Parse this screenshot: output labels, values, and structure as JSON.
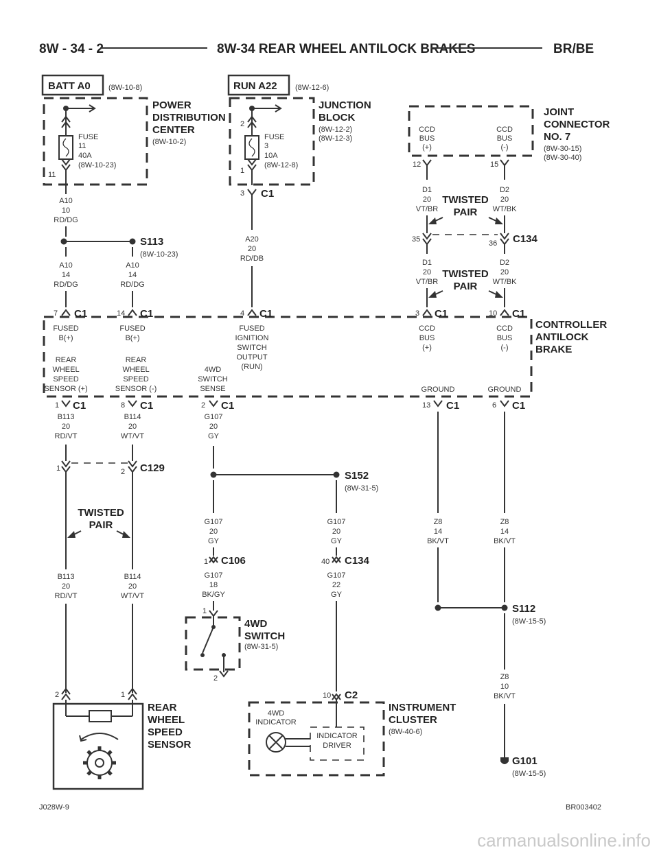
{
  "header": {
    "page_number": "8W - 34 - 2",
    "title": "8W-34 REAR WHEEL ANTILOCK BRAKES",
    "model": "BR/BE"
  },
  "sources": {
    "batt": {
      "label": "BATT A0",
      "ref": "(8W-10-8)"
    },
    "run": {
      "label": "RUN A22",
      "ref": "(8W-12-6)"
    }
  },
  "components": {
    "pdc": {
      "line1": "POWER",
      "line2": "DISTRIBUTION",
      "line3": "CENTER",
      "ref": "(8W-10-2)"
    },
    "jb": {
      "line1": "JUNCTION",
      "line2": "BLOCK",
      "ref1": "(8W-12-2)",
      "ref2": "(8W-12-3)"
    },
    "jc7": {
      "line1": "JOINT",
      "line2": "CONNECTOR",
      "line3": "NO. 7",
      "ref1": "(8W-30-15)",
      "ref2": "(8W-30-40)"
    },
    "cab": {
      "line1": "CONTROLLER",
      "line2": "ANTILOCK",
      "line3": "BRAKE"
    },
    "switch4wd": {
      "line1": "4WD",
      "line2": "SWITCH",
      "ref": "(8W-31-5)"
    },
    "rwss": {
      "line1": "REAR",
      "line2": "WHEEL",
      "line3": "SPEED",
      "line4": "SENSOR"
    },
    "ic": {
      "line1": "INSTRUMENT",
      "line2": "CLUSTER",
      "ref": "(8W-40-6)"
    }
  },
  "fuses": {
    "fuse11": {
      "l1": "FUSE",
      "l2": "11",
      "l3": "40A",
      "ref": "(8W-10-23)",
      "pin": "11"
    },
    "fuse3": {
      "l1": "FUSE",
      "l2": "3",
      "l3": "10A",
      "ref": "(8W-12-8)",
      "pin_top": "2",
      "pin_bot": "1"
    }
  },
  "jc7_pins": {
    "ccd_plus": {
      "l1": "CCD",
      "l2": "BUS",
      "l3": "(+)",
      "pin": "12"
    },
    "ccd_minus": {
      "l1": "CCD",
      "l2": "BUS",
      "l3": "(-)",
      "pin": "15"
    }
  },
  "wires": {
    "a10_10": {
      "l1": "A10",
      "l2": "10",
      "l3": "RD/DG"
    },
    "a10_14a": {
      "l1": "A10",
      "l2": "14",
      "l3": "RD/DG"
    },
    "a10_14b": {
      "l1": "A10",
      "l2": "14",
      "l3": "RD/DG"
    },
    "a20": {
      "l1": "A20",
      "l2": "20",
      "l3": "RD/DB"
    },
    "d1_top": {
      "l1": "D1",
      "l2": "20",
      "l3": "VT/BR"
    },
    "d2_top": {
      "l1": "D2",
      "l2": "20",
      "l3": "WT/BK"
    },
    "d1_bot": {
      "l1": "D1",
      "l2": "20",
      "l3": "VT/BR"
    },
    "d2_bot": {
      "l1": "D2",
      "l2": "20",
      "l3": "WT/BK"
    },
    "b113_top": {
      "l1": "B113",
      "l2": "20",
      "l3": "RD/VT"
    },
    "b114_top": {
      "l1": "B114",
      "l2": "20",
      "l3": "WT/VT"
    },
    "g107_top": {
      "l1": "G107",
      "l2": "20",
      "l3": "GY"
    },
    "g107_left": {
      "l1": "G107",
      "l2": "20",
      "l3": "GY"
    },
    "g107_right": {
      "l1": "G107",
      "l2": "20",
      "l3": "GY"
    },
    "g107_18": {
      "l1": "G107",
      "l2": "18",
      "l3": "BK/GY"
    },
    "g107_22": {
      "l1": "G107",
      "l2": "22",
      "l3": "GY"
    },
    "z8_a": {
      "l1": "Z8",
      "l2": "14",
      "l3": "BK/VT"
    },
    "z8_b": {
      "l1": "Z8",
      "l2": "14",
      "l3": "BK/VT"
    },
    "z8_10": {
      "l1": "Z8",
      "l2": "10",
      "l3": "BK/VT"
    },
    "b113_bot": {
      "l1": "B113",
      "l2": "20",
      "l3": "RD/VT"
    },
    "b114_bot": {
      "l1": "B114",
      "l2": "20",
      "l3": "WT/VT"
    }
  },
  "twisted_pair": {
    "l1": "TWISTED",
    "l2": "PAIR"
  },
  "splices": {
    "s113": {
      "name": "S113",
      "ref": "(8W-10-23)"
    },
    "s152": {
      "name": "S152",
      "ref": "(8W-31-5)"
    },
    "s112": {
      "name": "S112",
      "ref": "(8W-15-5)"
    }
  },
  "connectors": {
    "c1": "C1",
    "c134": "C134",
    "c129": "C129",
    "c106": "C106",
    "c2": "C2"
  },
  "ground": {
    "name": "G101",
    "ref": "(8W-15-5)"
  },
  "cab_pins": {
    "p7": {
      "pin": "7",
      "l1": "FUSED",
      "l2": "B(+)"
    },
    "p14": {
      "pin": "14",
      "l1": "FUSED",
      "l2": "B(+)"
    },
    "p4": {
      "pin": "4",
      "l1": "FUSED",
      "l2": "IGNITION",
      "l3": "SWITCH",
      "l4": "OUTPUT",
      "l5": "(RUN)"
    },
    "p3": {
      "pin": "3",
      "l1": "CCD",
      "l2": "BUS",
      "l3": "(+)"
    },
    "p10": {
      "pin": "10",
      "l1": "CCD",
      "l2": "BUS",
      "l3": "(-)"
    },
    "p1": {
      "pin": "1",
      "l1": "REAR",
      "l2": "WHEEL",
      "l3": "SPEED",
      "l4": "SENSOR (+)"
    },
    "p8": {
      "pin": "8",
      "l1": "REAR",
      "l2": "WHEEL",
      "l3": "SPEED",
      "l4": "SENSOR (-)"
    },
    "p2": {
      "pin": "2",
      "l1": "4WD",
      "l2": "SWITCH",
      "l3": "SENSE"
    },
    "p13": {
      "pin": "13",
      "l1": "GROUND"
    },
    "p6": {
      "pin": "6",
      "l1": "GROUND"
    }
  },
  "pin_numbers": {
    "jb_c1": "3",
    "c134_35": "35",
    "c134_36": "36",
    "c129_1": "1",
    "c129_2": "2",
    "c106_1": "1",
    "c134_40": "40",
    "sw_1": "1",
    "sw_2": "2",
    "rwss_2": "2",
    "rwss_1": "1",
    "ic_10": "10"
  },
  "ic_parts": {
    "indicator": "4WD",
    "indicator2": "INDICATOR",
    "driver1": "INDICATOR",
    "driver2": "DRIVER"
  },
  "footer": {
    "left": "J028W-9",
    "right": "BR003402"
  },
  "watermark": "carmanualsonline.info"
}
